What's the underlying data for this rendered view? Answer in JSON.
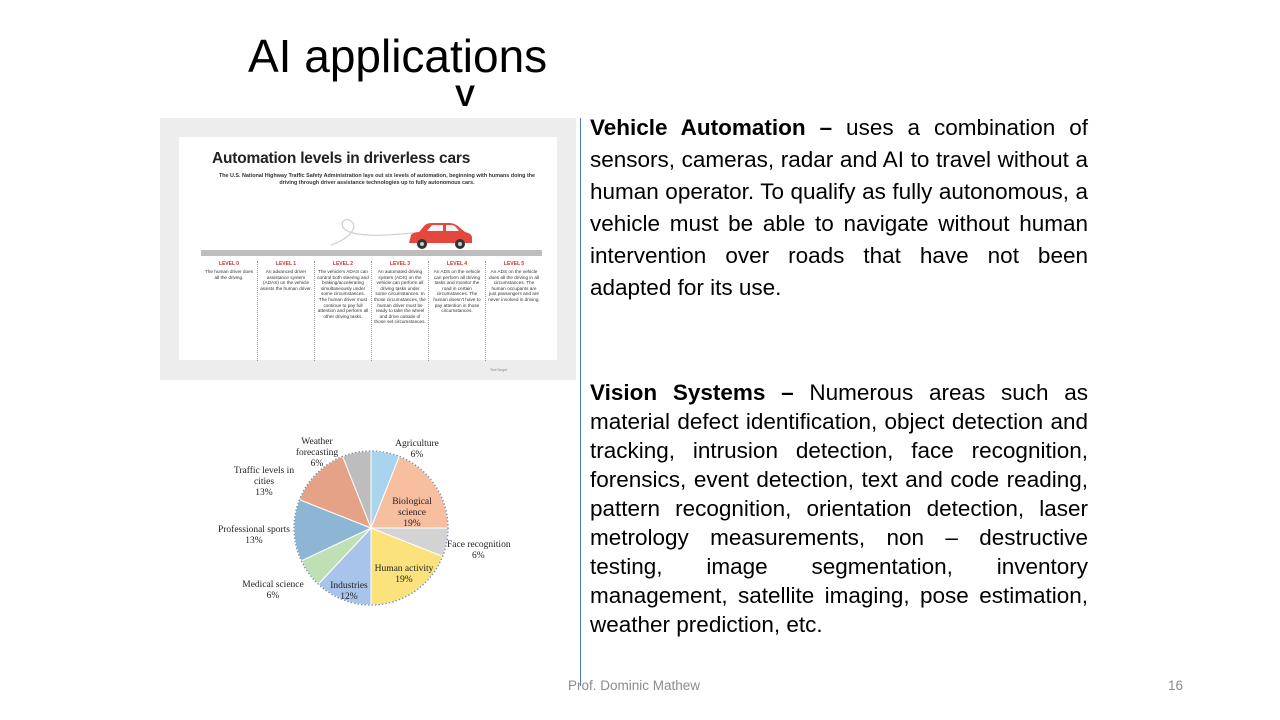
{
  "slide": {
    "title": "AI applications",
    "title_mark": "V",
    "footer": "Prof. Dominic Mathew",
    "page_number": "16"
  },
  "infographic": {
    "title": "Automation levels in driverless cars",
    "subtitle": "The U.S. National Highway Traffic Safety Administration lays out six levels of automation, beginning with humans doing the driving through driver assistance technologies up to fully autonomous cars.",
    "levels": [
      {
        "name": "LEVEL 0",
        "desc": "The human driver does all the driving."
      },
      {
        "name": "LEVEL 1",
        "desc": "An advanced driver assistance system (ADAS) on the vehicle assists the human driver."
      },
      {
        "name": "LEVEL 2",
        "desc": "The vehicle's ADAS can control both steering and braking/accelerating simultaneously under some circumstances. The human driver must continue to pay full attention and perform all other driving tasks."
      },
      {
        "name": "LEVEL 3",
        "desc": "An automated driving system (ADS) on the vehicle can perform all driving tasks under some circumstances. In those circumstances, the human driver must be ready to take the wheel and drive outside of those set circumstances."
      },
      {
        "name": "LEVEL 4",
        "desc": "An ADS on the vehicle can perform all driving tasks and monitor the road in certain circumstances. The human doesn't have to pay attention in those circumstances."
      },
      {
        "name": "LEVEL 5",
        "desc": "An ADS on the vehicle does all the driving in all circumstances. The human occupants are just passengers and are never involved in driving."
      }
    ],
    "brand": "TechTarget",
    "colors": {
      "accent": "#d62e2e",
      "car": "#e4473d"
    }
  },
  "chart_data": {
    "type": "pie",
    "categories": [
      "Agriculture",
      "Biological science",
      "Face recognition",
      "Human activity",
      "Industries",
      "Medical science",
      "Professional sports",
      "Traffic levels in cities",
      "Weather forecasting"
    ],
    "values": [
      6,
      19,
      6,
      19,
      12,
      6,
      13,
      13,
      6
    ],
    "value_labels": [
      "6%",
      "19%",
      "6%",
      "19%",
      "12%",
      "6%",
      "13%",
      "13%",
      "6%"
    ],
    "colors": [
      "#a8d4ee",
      "#f7bea0",
      "#d3d3d3",
      "#fbe27c",
      "#a8c4ea",
      "#bfe0b4",
      "#8db6d4",
      "#e5a286",
      "#bdbdbd"
    ],
    "label_lines": [
      [
        "Agriculture",
        "6%"
      ],
      [
        "Biological",
        "science",
        "19%"
      ],
      [
        "Face recognition",
        "6%"
      ],
      [
        "Human activity",
        "19%"
      ],
      [
        "Industries",
        "12%"
      ],
      [
        "Medical science",
        "6%"
      ],
      [
        "Professional sports",
        "13%"
      ],
      [
        "Traffic levels in",
        "cities",
        "13%"
      ],
      [
        "Weather",
        "forecasting",
        "6%"
      ]
    ]
  },
  "vehicle": {
    "lead": "Vehicle Automation –",
    "body": " uses a combination of sensors, cameras, radar and AI to travel without a human operator. To qualify as fully autonomous, a vehicle must be able to navigate without human intervention over roads that have not been adapted for its use."
  },
  "vision": {
    "lead": "Vision Systems –",
    "body": " Numerous areas  such as material defect identification, object detection and tracking, intrusion detection, face recognition, forensics, event detection, text and code reading, pattern recognition, orientation detection, laser metrology measurements, non – destructive testing, image segmentation, inventory management, satellite imaging, pose estimation, weather prediction, etc."
  }
}
